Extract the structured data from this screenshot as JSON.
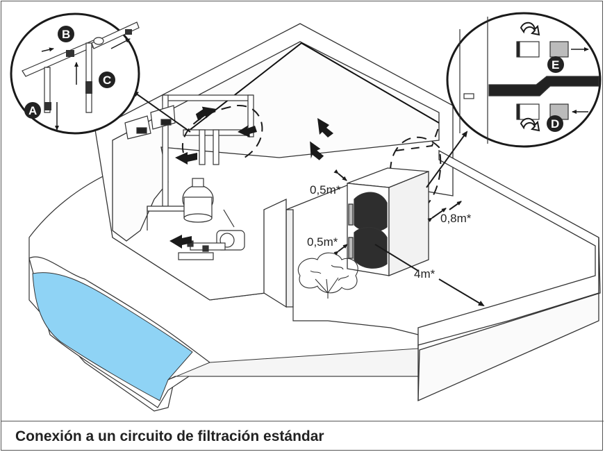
{
  "caption": "Conexión a un circuito de filtración estándar",
  "callouts": {
    "a": "A",
    "b": "B",
    "c": "C",
    "d": "D",
    "e": "E"
  },
  "clearances": {
    "top": "0,5m*",
    "bottom": "0,5m*",
    "side": "0,8m*",
    "front": "4m*"
  },
  "colors": {
    "water": "#8fd3f5",
    "unit_fan": "#2e2e2e",
    "badge": "#222222",
    "line": "#1a1a1a"
  }
}
